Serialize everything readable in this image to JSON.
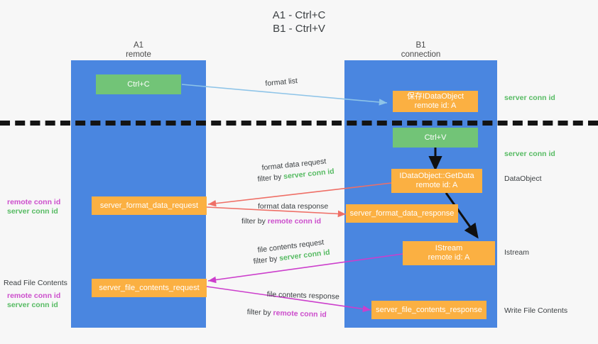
{
  "title": {
    "line1": "A1 - Ctrl+C",
    "line2": "B1 - Ctrl+V"
  },
  "lanes": [
    {
      "id": "a1",
      "name": "A1",
      "sub": "remote"
    },
    {
      "id": "b1",
      "name": "B1",
      "sub": "connection"
    }
  ],
  "boxes": {
    "ctrl_c": {
      "label": "Ctrl+C",
      "color": "#72c477"
    },
    "ctrl_v": {
      "label": "Ctrl+V",
      "color": "#72c477"
    },
    "idataobject": {
      "line1": "保存IDataObject",
      "line2": "remote id: A",
      "color": "#fbb042"
    },
    "getdata": {
      "line1": "IDataObject::GetData",
      "line2": "remote id: A",
      "color": "#fbb042"
    },
    "istream": {
      "line1": "IStream",
      "line2": "remote id: A",
      "color": "#fbb042"
    },
    "server_format_data_request": {
      "label": "server_format_data_request",
      "color": "#fbb042"
    },
    "server_format_data_response": {
      "label": "server_format_data_response",
      "color": "#fbb042"
    },
    "server_file_contents_request": {
      "label": "server_file_contents_request",
      "color": "#fbb042"
    },
    "server_file_contents_response": {
      "label": "server_file_contents_response",
      "color": "#fbb042"
    }
  },
  "annotations": {
    "format_list": "format list",
    "format_data_request": "format data request",
    "format_data_request_filter_prefix": "filter by ",
    "format_data_request_filter_value": "server conn id",
    "format_data_response": "format data response",
    "format_data_response_filter_prefix": "filter by ",
    "format_data_response_filter_value": "remote conn id",
    "file_contents_request": "file contents request",
    "file_contents_request_filter_prefix": "filter by ",
    "file_contents_request_filter_value": "server conn id",
    "file_contents_response": "file contents response",
    "file_contents_response_filter_prefix": "filter by ",
    "file_contents_response_filter_value": "remote conn id"
  },
  "right_labels": {
    "server_conn_id_top": "server conn id",
    "server_conn_id_mid": "server conn id",
    "dataobject": "DataObject",
    "istream": "Istream",
    "write_file_contents": "Write File Contents"
  },
  "left_labels": {
    "remote_conn_id_upper": "remote conn id",
    "server_conn_id_upper": "server conn id",
    "read_file_contents": "Read File Contents",
    "remote_conn_id_lower": "remote conn id",
    "server_conn_id_lower": "server conn id"
  },
  "colors": {
    "lane": "#4a86e0",
    "green_box": "#72c477",
    "orange_box": "#fbb042",
    "green_text": "#57bb63",
    "magenta_text": "#cc4ecc",
    "arrow_blue": "#8ec4e8",
    "arrow_red": "#ef6f66",
    "arrow_magenta": "#cc3ecc",
    "arrow_black": "#101010",
    "background": "#f7f7f7",
    "divider": "#141414"
  }
}
